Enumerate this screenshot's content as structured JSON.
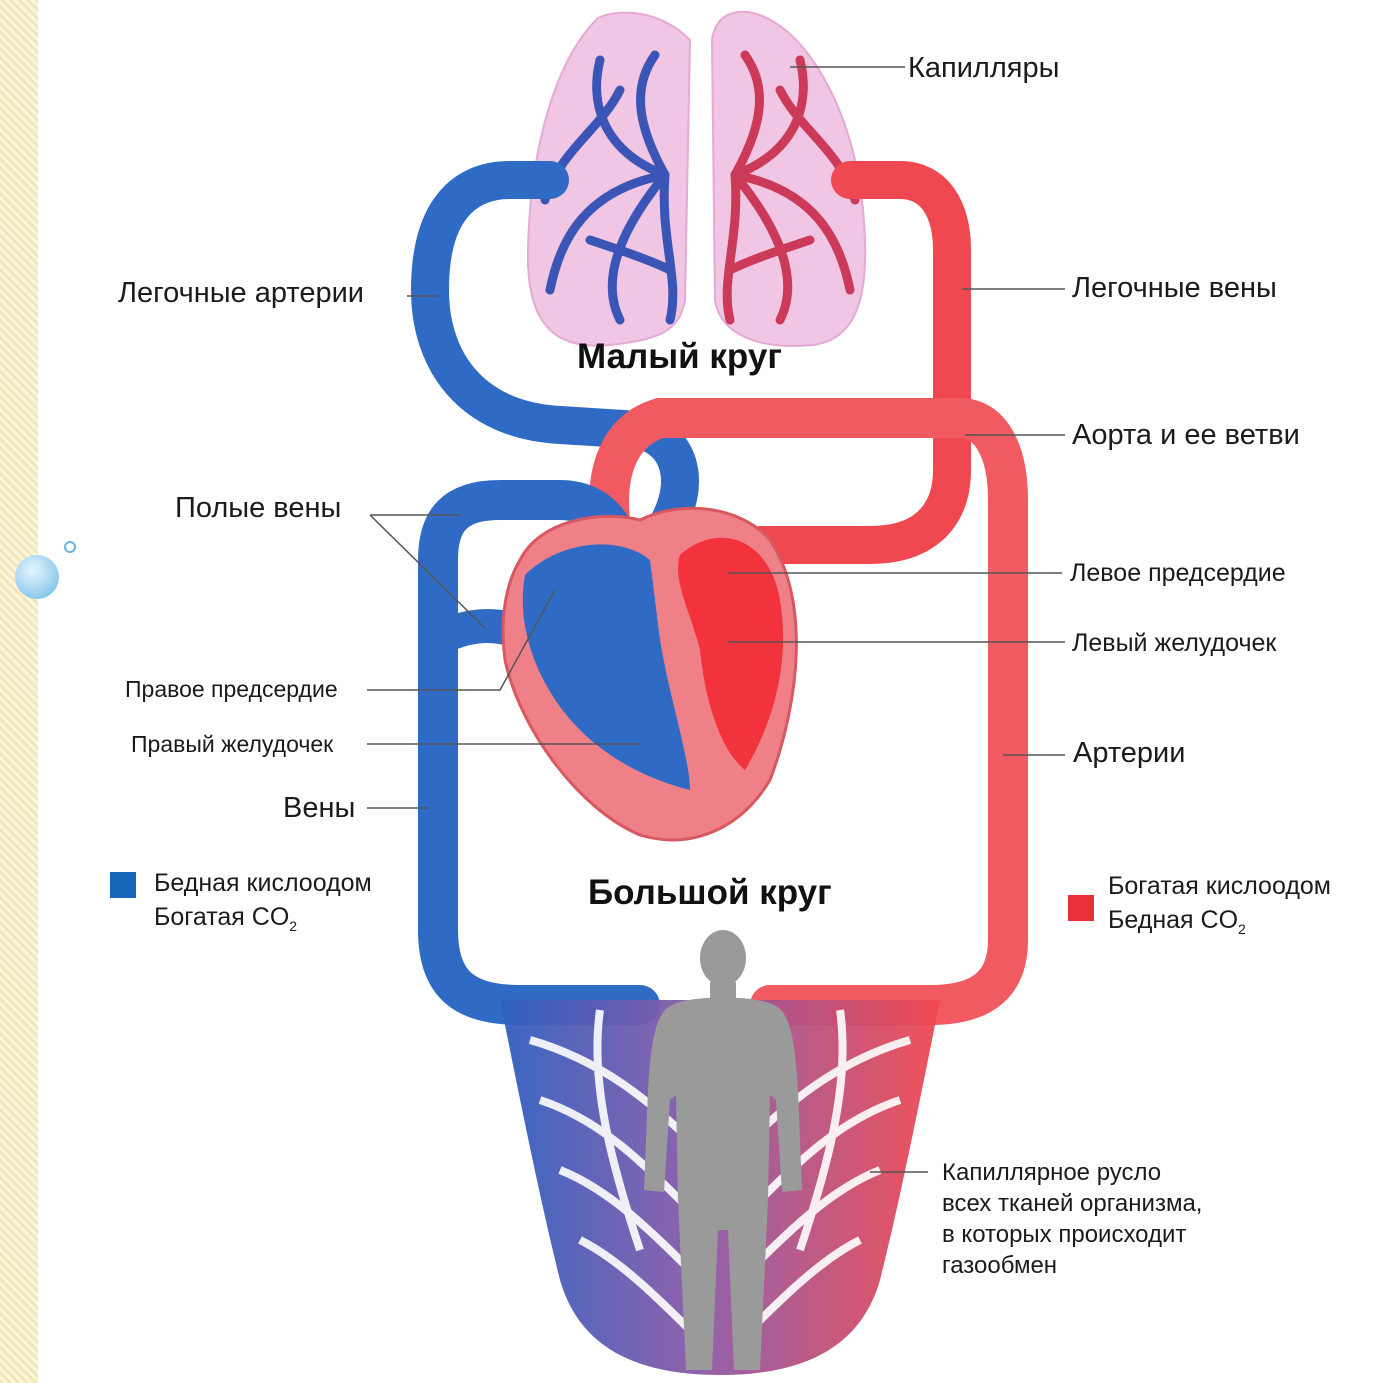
{
  "circles": {
    "small": "Малый круг",
    "big": "Большой круг"
  },
  "labels": {
    "capillaries": "Капилляры",
    "pulmonary_arteries": "Легочные артерии",
    "pulmonary_veins": "Легочные вены",
    "aorta": "Аорта и ее ветви",
    "vena_cava": "Полые вены",
    "left_atrium": "Левое предсердие",
    "left_ventricle": "Левый желудочек",
    "right_atrium": "Правое предсердие",
    "right_ventricle": "Правый желудочек",
    "arteries": "Артерии",
    "veins": "Вены"
  },
  "legend": {
    "blue": {
      "line1": "Бедная кислоодом",
      "line2_prefix": "Богатая CO",
      "line2_sub": "2",
      "color": "#1565b8"
    },
    "red": {
      "line1": "Богатая кислоодом",
      "line2_prefix": "Бедная CO",
      "line2_sub": "2",
      "color": "#e8303c"
    }
  },
  "capillary_bed": {
    "line1": "Капиллярное русло",
    "line2": "всех тканей организма,",
    "line3": "в которых происходит",
    "line4": "газообмен"
  },
  "colors": {
    "vein_blue": "#2f6bc4",
    "artery_red": "#f04850",
    "lung_pink": "#f0c6e4",
    "heart_pink": "#f08088",
    "body_gray": "#9a9a9a",
    "side_strip": "#f6ebc6"
  }
}
